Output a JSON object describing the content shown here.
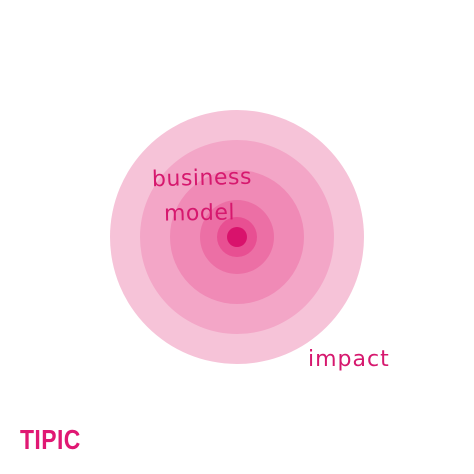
{
  "diagram": {
    "labels": {
      "business_line1": "business",
      "business_line2": "model",
      "impact": "impact"
    },
    "rings": [
      {
        "level": 1,
        "color": "#f6c3d8"
      },
      {
        "level": 2,
        "color": "#f3a6c7"
      },
      {
        "level": 3,
        "color": "#f08ab6"
      },
      {
        "level": 4,
        "color": "#ec6fa5"
      },
      {
        "level": 5,
        "color": "#e84f92"
      }
    ],
    "center_dot_color": "#d9126c"
  },
  "brand": {
    "logo_text": "TIPIC",
    "color": "#e01873"
  }
}
